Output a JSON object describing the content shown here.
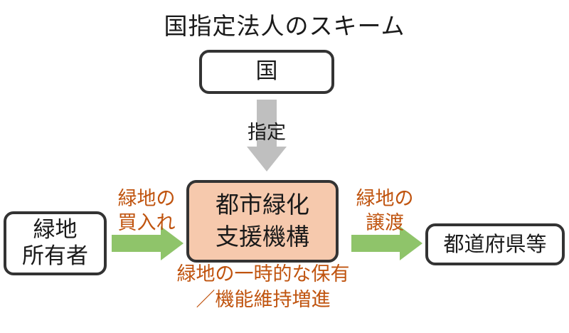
{
  "title": "国指定法人のスキーム",
  "nodes": {
    "kuni": "国",
    "owner": [
      "緑地",
      "所有者"
    ],
    "center": [
      "都市緑化",
      "支援機構"
    ],
    "prefecture": "都道府県等"
  },
  "labels": {
    "designation": "指定",
    "purchase": [
      "緑地の",
      "買入れ"
    ],
    "transfer": [
      "緑地の",
      "譲渡"
    ],
    "role": [
      "緑地の一時的な保有",
      "／機能維持増進"
    ]
  },
  "colors": {
    "center_fill": "#f6c9ad",
    "accent_text": "#c0540f",
    "arrow_gray": "#bfbfbf",
    "arrow_green": "#8fc46a"
  }
}
